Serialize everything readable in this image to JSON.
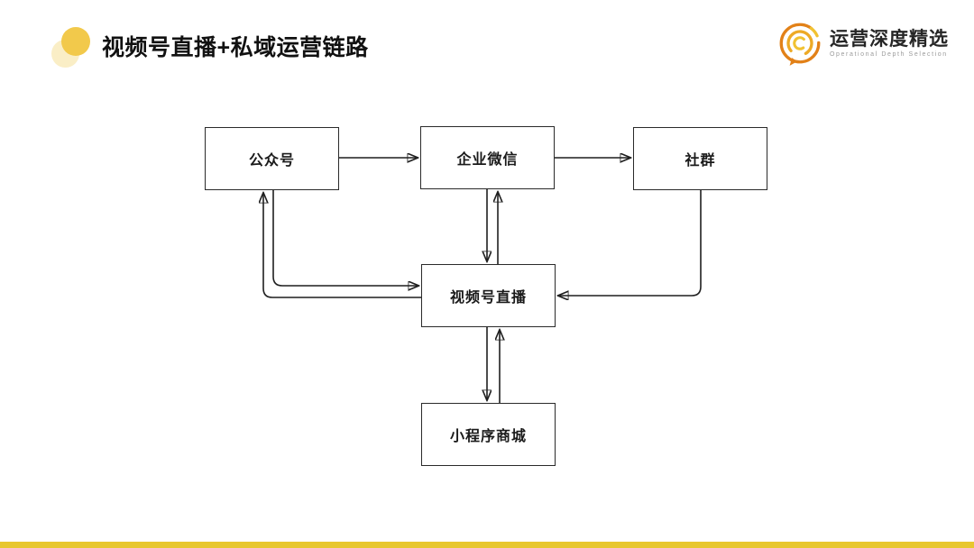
{
  "header": {
    "title": "视频号直播+私域运营链路",
    "brand": {
      "name": "运营深度精选",
      "subtitle": "Operational Depth Selection"
    }
  },
  "diagram": {
    "nodes": [
      {
        "id": "official-account",
        "label": "公众号"
      },
      {
        "id": "enterprise-wechat",
        "label": "企业微信"
      },
      {
        "id": "community",
        "label": "社群"
      },
      {
        "id": "video-live",
        "label": "视频号直播"
      },
      {
        "id": "miniprogram-mall",
        "label": "小程序商城"
      }
    ],
    "edges": [
      {
        "from": "公众号",
        "to": "企业微信"
      },
      {
        "from": "企业微信",
        "to": "社群"
      },
      {
        "from": "企业微信",
        "to": "视频号直播"
      },
      {
        "from": "视频号直播",
        "to": "企业微信"
      },
      {
        "from": "公众号",
        "to": "视频号直播"
      },
      {
        "from": "视频号直播",
        "to": "公众号"
      },
      {
        "from": "社群",
        "to": "视频号直播"
      },
      {
        "from": "视频号直播",
        "to": "小程序商城"
      },
      {
        "from": "小程序商城",
        "to": "视频号直播"
      }
    ]
  },
  "colors": {
    "accent_bar": "#e8c72f",
    "bullet_main": "#f2c94b",
    "bullet_pale": "#faeec6",
    "logo_orange": "#e28118",
    "logo_gold": "#edaa26",
    "logo_yellow": "#f1c232",
    "line": "#1f1f1f"
  }
}
